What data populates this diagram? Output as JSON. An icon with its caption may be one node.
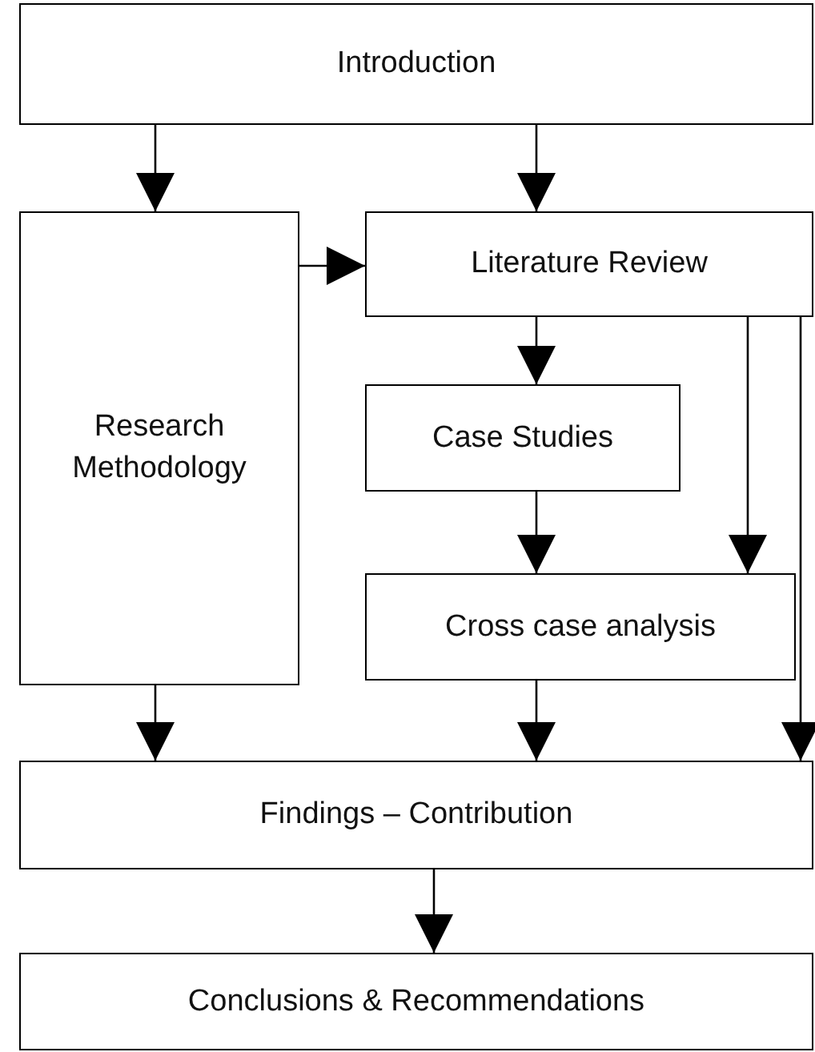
{
  "diagram": {
    "nodes": [
      {
        "text": [
          "Introduction"
        ]
      },
      {
        "text": [
          "Research Methodology"
        ]
      },
      {
        "text": [
          "Literature Review"
        ]
      },
      {
        "text": [
          "Case Studies"
        ]
      },
      {
        "text": [
          "Cross case analysis"
        ]
      },
      {
        "text": [
          "Findings – Contribution"
        ]
      },
      {
        "text": [
          "Conclusions & Recommendations"
        ]
      }
    ],
    "edges": [
      {
        "from": 0,
        "to": 1,
        "arrow": "to"
      },
      {
        "from": 0,
        "to": 2,
        "arrow": "to"
      },
      {
        "from": 1,
        "to": 2,
        "arrow": "to"
      },
      {
        "from": 2,
        "to": 3,
        "arrow": "to"
      },
      {
        "from": 3,
        "to": 4,
        "arrow": "to"
      },
      {
        "from": 2,
        "to": 4,
        "arrow": "to"
      },
      {
        "from": 2,
        "to": 5,
        "arrow": "to"
      },
      {
        "from": 1,
        "to": 5,
        "arrow": "to"
      },
      {
        "from": 4,
        "to": 5,
        "arrow": "to"
      },
      {
        "from": 5,
        "to": 6,
        "arrow": "to"
      }
    ]
  }
}
